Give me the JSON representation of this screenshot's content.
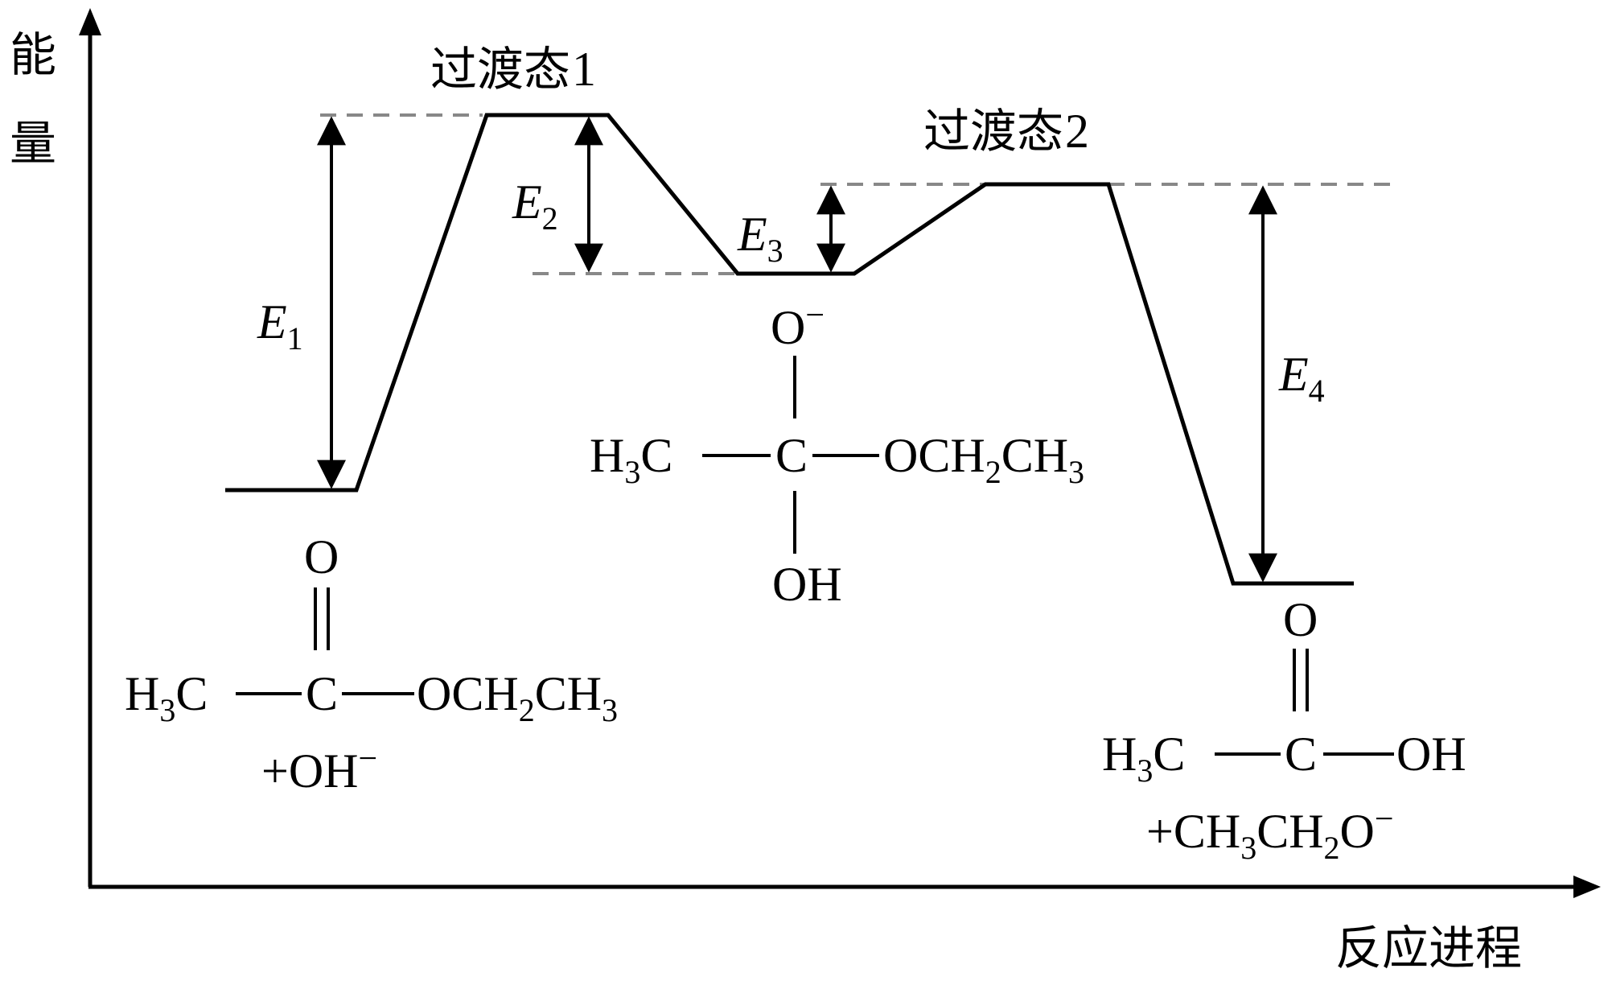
{
  "axes": {
    "y_label_line1": "能",
    "y_label_line2": "量",
    "x_label": "反应进程"
  },
  "transition_states": {
    "ts1_prefix": "过渡态",
    "ts1_index": "1",
    "ts2_prefix": "过渡态",
    "ts2_index": "2"
  },
  "energies": {
    "e1_symbol": "E",
    "e1_index": "1",
    "e2_symbol": "E",
    "e2_index": "2",
    "e3_symbol": "E",
    "e3_index": "3",
    "e4_symbol": "E",
    "e4_index": "4"
  },
  "reactant": {
    "top_o": "O",
    "h3c_h": "H",
    "h3c_3": "3",
    "h3c_c": "C",
    "center_c": "C",
    "och2": "OCH",
    "och2_2": "2",
    "ch3": "CH",
    "ch3_3": "3",
    "plus_oh": "+OH",
    "oh_charge": "−"
  },
  "intermediate": {
    "top_o": "O",
    "top_o_charge": "−",
    "h3c_h": "H",
    "h3c_3": "3",
    "h3c_c": "C",
    "center_c": "C",
    "och2": "OCH",
    "och2_2": "2",
    "ch3": "CH",
    "ch3_3": "3",
    "bottom_oh": "OH"
  },
  "product": {
    "top_o": "O",
    "h3c_h": "H",
    "h3c_3": "3",
    "h3c_c": "C",
    "center_c": "C",
    "oh": "OH",
    "plus_ch3": "+CH",
    "ch3_3": "3",
    "ch2": "CH",
    "ch2_2": "2",
    "o": "O",
    "o_charge": "−"
  }
}
